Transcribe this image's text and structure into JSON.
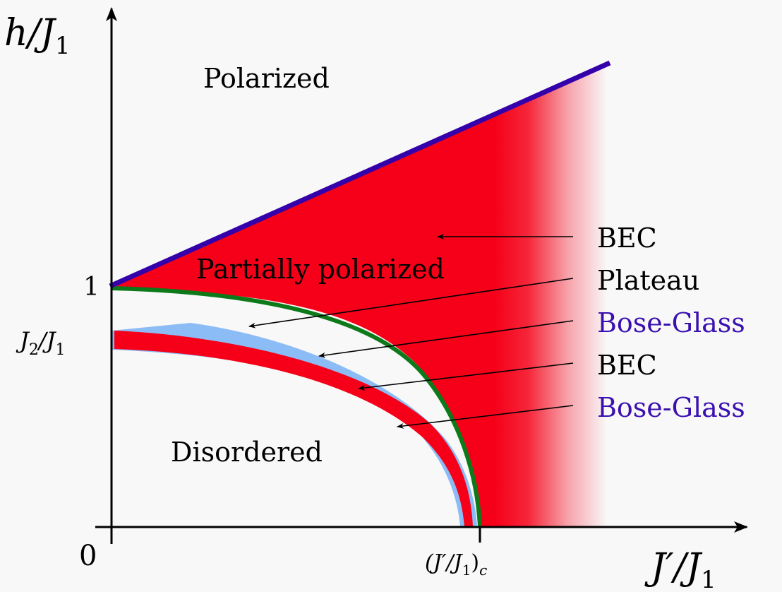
{
  "axes": {
    "y_label": "h/J",
    "y_label_sub": "1",
    "x_label": "J′/J",
    "x_label_sub": "1",
    "origin": "0",
    "y_tick_1": "1",
    "y_tick_j2_main": "J",
    "y_tick_j2_sub": "2",
    "y_tick_j2_den": "/J",
    "y_tick_j2_den_sub": "1",
    "x_tick_crit": "(J′/J",
    "x_tick_crit_sub": "1",
    "x_tick_crit_close": ")",
    "x_tick_crit_c": "c"
  },
  "regions": {
    "polarized": "Polarized",
    "partially_polarized": "Partially polarized",
    "disordered": "Disordered"
  },
  "legend": {
    "bec_top": "BEC",
    "plateau": "Plateau",
    "bose_glass_1": "Bose-Glass",
    "bec_lower": "BEC",
    "bose_glass_2": "Bose-Glass"
  },
  "colors": {
    "bec_red": "#f50018",
    "bose_glass_blue": "#8cbcf5",
    "saturation_line": "#3300aa",
    "plateau_edge_green": "#0d7a1a",
    "bose_glass_text": "#3a10b0",
    "axis": "#000000"
  }
}
